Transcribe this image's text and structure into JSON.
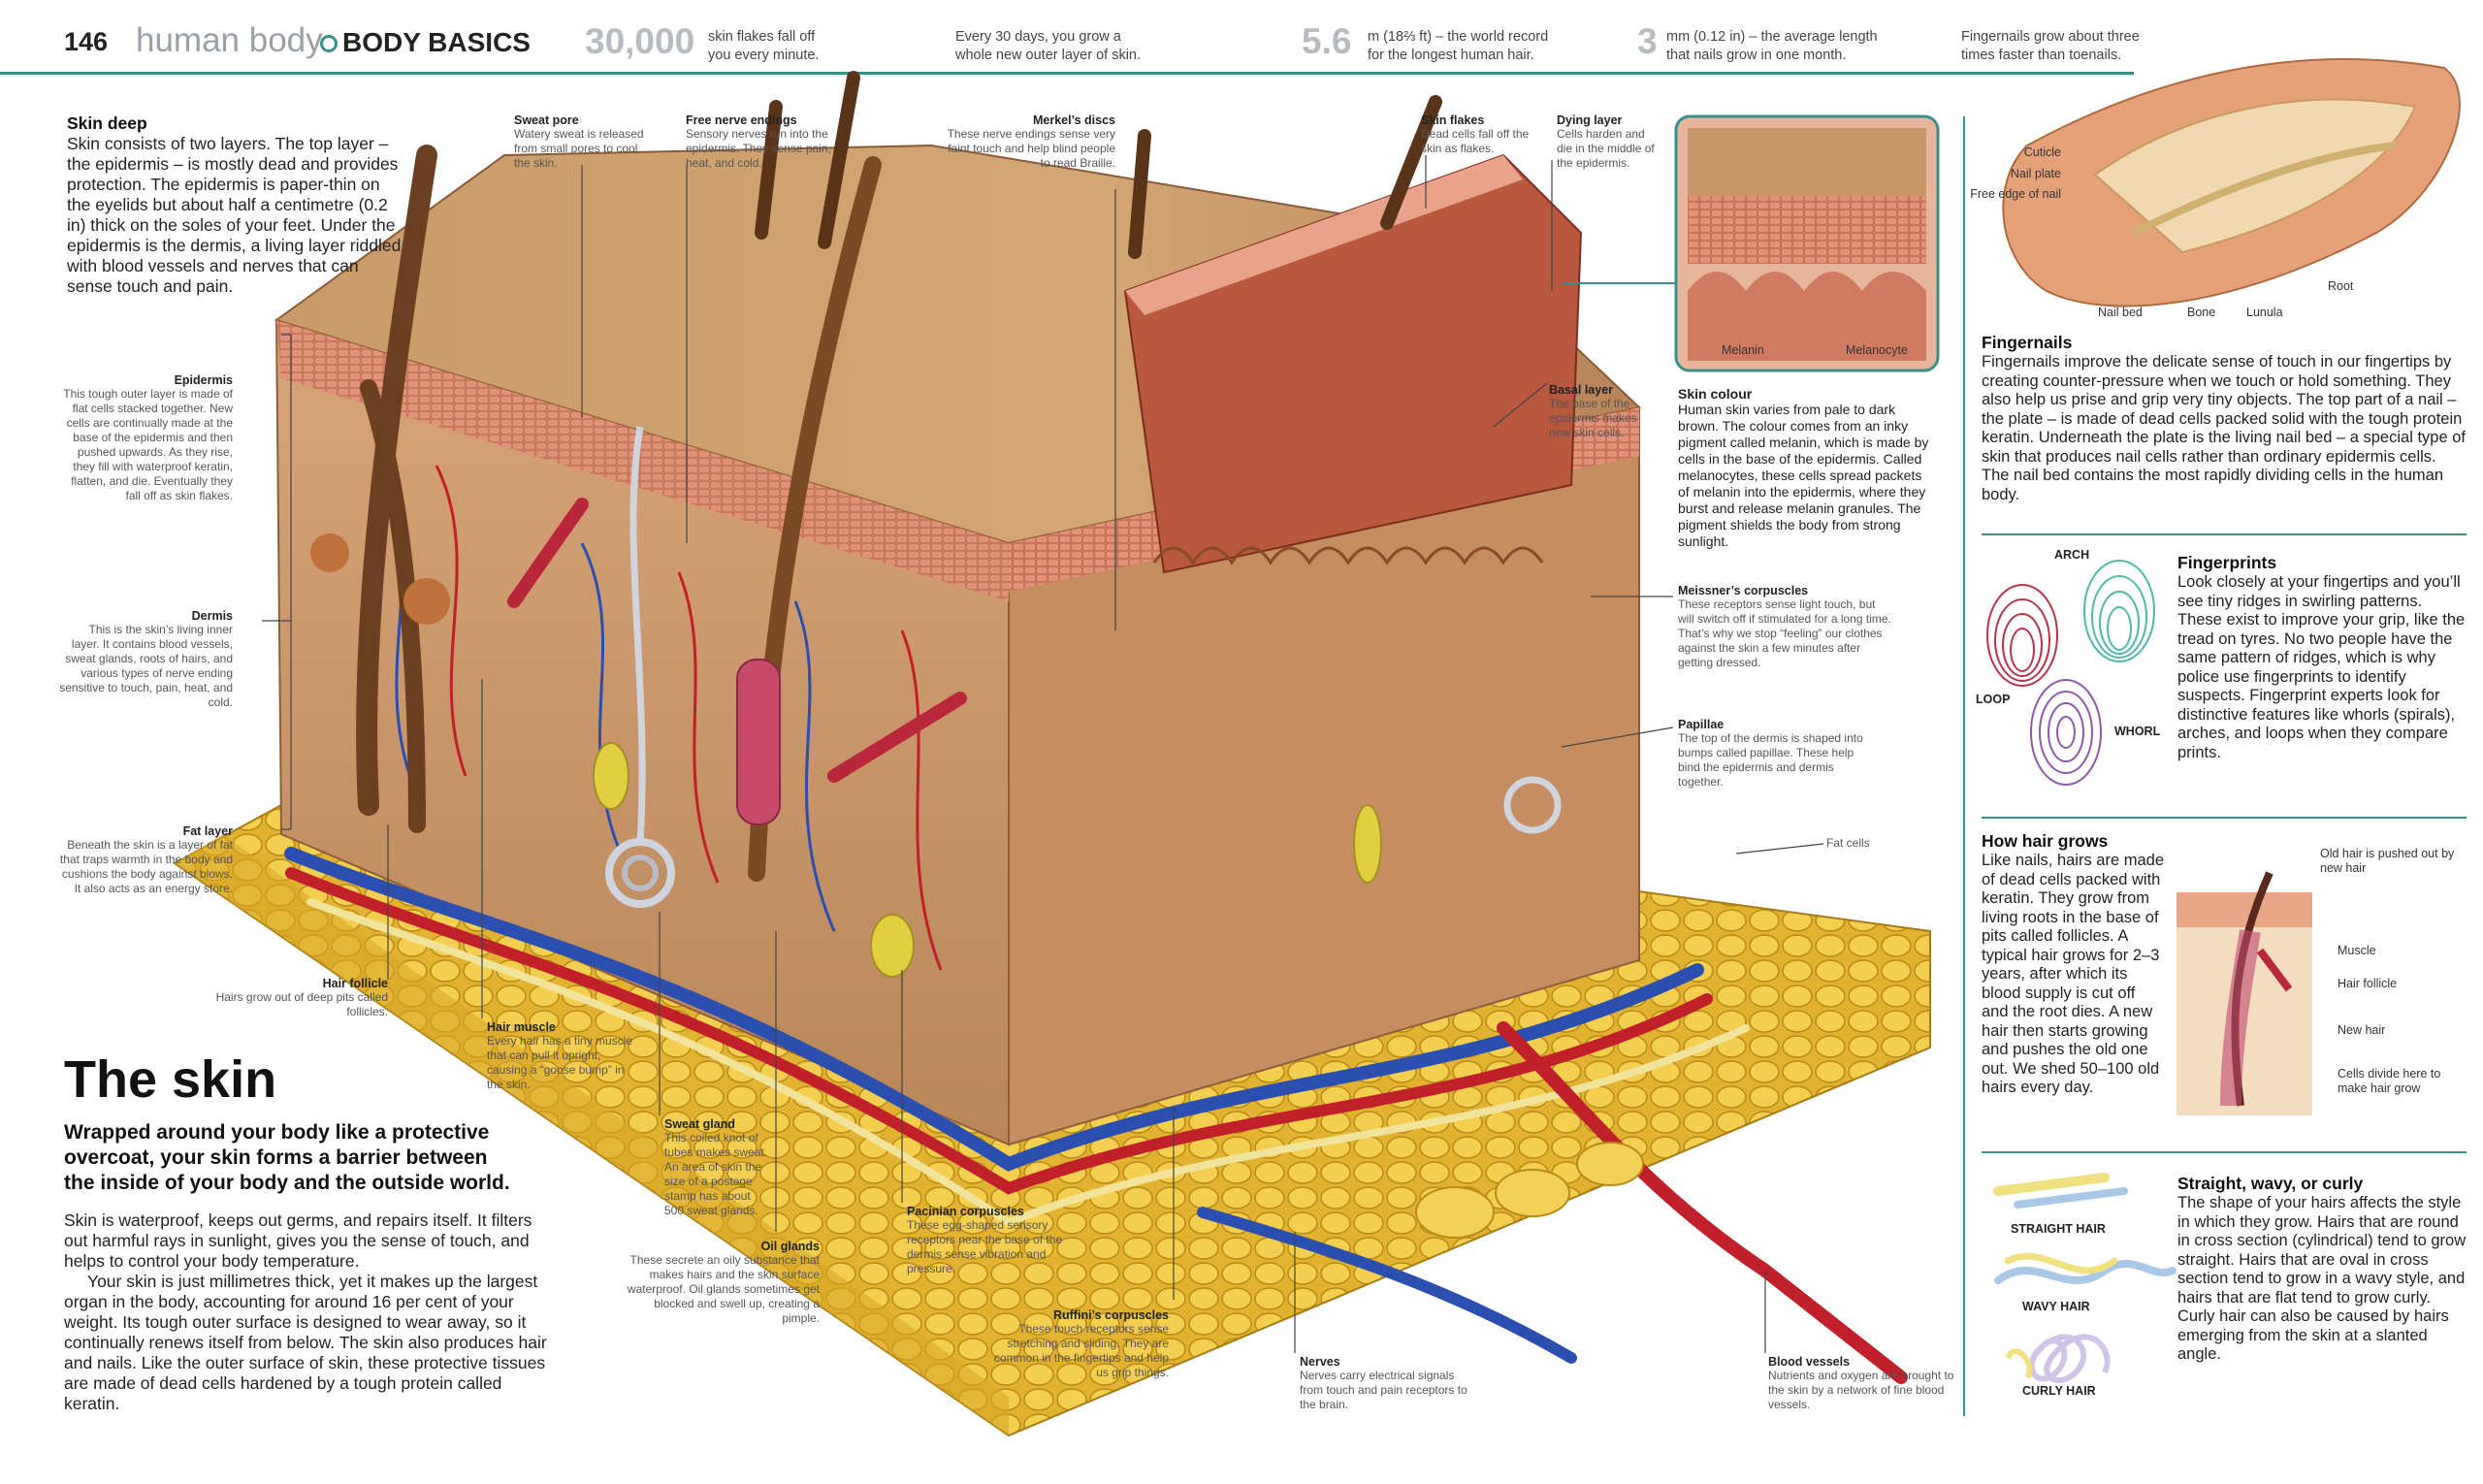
{
  "header": {
    "page_number": "146",
    "section": "human body",
    "chapter": "BODY BASICS",
    "facts": [
      {
        "big": "30,000",
        "line1": "skin flakes fall off",
        "line2": "you every minute."
      },
      {
        "big": "",
        "line1": "Every 30 days, you grow a",
        "line2": "whole new outer layer of skin."
      },
      {
        "big": "5.6",
        "line1": "m (18⅔ ft) – the world record",
        "line2": "for the longest human hair."
      },
      {
        "big": "3",
        "line1": "mm (0.12 in) – the average length",
        "line2": "that nails grow in one month."
      },
      {
        "big": "",
        "line1": "Fingernails grow about three",
        "line2": "times faster than toenails."
      }
    ]
  },
  "skin_deep": {
    "heading": "Skin deep",
    "text": "Skin consists of two layers. The top layer – the epidermis – is mostly dead and provides protection. The epidermis is paper-thin on the eyelids but about half a centimetre (0.2 in) thick on the soles of your feet. Under the epidermis is the dermis, a living layer riddled with blood vessels and nerves that can sense touch and pain."
  },
  "labels": {
    "sweat_pore": {
      "title": "Sweat pore",
      "text": "Watery sweat is released from small pores to cool the skin."
    },
    "free_nerve": {
      "title": "Free nerve endings",
      "text": "Sensory nerves run into the epidermis. They sense pain, heat, and cold."
    },
    "merkel": {
      "title": "Merkel’s discs",
      "text": "These nerve endings sense very faint touch and help blind people to read Braille."
    },
    "skin_flakes": {
      "title": "Skin flakes",
      "text": "Dead cells fall off the skin as flakes."
    },
    "dying_layer": {
      "title": "Dying layer",
      "text": "Cells harden and die in the middle of the epidermis."
    },
    "basal_layer": {
      "title": "Basal layer",
      "text": "The base of the epidermis makes new skin cells."
    },
    "epidermis": {
      "title": "Epidermis",
      "text": "This tough outer layer is made of flat cells stacked together. New cells are continually made at the base of the epidermis and then pushed upwards. As they rise, they fill with waterproof keratin, flatten, and die. Eventually they fall off as skin flakes."
    },
    "dermis": {
      "title": "Dermis",
      "text": "This is the skin’s living inner layer. It contains blood vessels, sweat glands, roots of hairs, and various types of nerve ending sensitive to touch, pain, heat, and cold."
    },
    "fat_layer": {
      "title": "Fat layer",
      "text": "Beneath the skin is a layer of fat that traps warmth in the body and cushions the body against blows. It also acts as an energy store."
    },
    "hair_follicle": {
      "title": "Hair follicle",
      "text": "Hairs grow out of deep pits called follicles."
    },
    "hair_muscle": {
      "title": "Hair muscle",
      "text": "Every hair has a tiny muscle that can pull it upright, causing a “goose bump” in the skin."
    },
    "sweat_gland": {
      "title": "Sweat gland",
      "text": "This coiled knot of tubes makes sweat. An area of skin the size of a postage stamp has about 500 sweat glands."
    },
    "oil_glands": {
      "title": "Oil glands",
      "text": "These secrete an oily substance that makes hairs and the skin surface waterproof. Oil glands sometimes get blocked and swell up, creating a pimple."
    },
    "pacinian": {
      "title": "Pacinian corpuscles",
      "text": "These egg-shaped sensory receptors near the base of the dermis sense vibration and pressure."
    },
    "ruffini": {
      "title": "Ruffini’s corpuscles",
      "text": "These touch receptors sense stretching and sliding. They are common in the fingertips and help us grip things."
    },
    "nerves": {
      "title": "Nerves",
      "text": "Nerves carry electrical signals from touch and pain receptors to the brain."
    },
    "blood_vessels": {
      "title": "Blood vessels",
      "text": "Nutrients and oxygen are brought to the skin by a network of fine blood vessels."
    },
    "meissner": {
      "title": "Meissner’s corpuscles",
      "text": "These receptors sense light touch, but will switch off if stimulated for a long time. That’s why we stop “feeling” our clothes against the skin a few minutes after getting dressed."
    },
    "papillae": {
      "title": "Papillae",
      "text": "The top of the dermis is shaped into bumps called papillae. These help bind the epidermis and dermis together."
    },
    "fat_cells": {
      "title": "Fat cells",
      "text": ""
    },
    "melanin": "Melanin",
    "melanocyte": "Melanocyte"
  },
  "skin_colour": {
    "heading": "Skin colour",
    "text": "Human skin varies from pale to dark brown. The colour comes from an inky pigment called melanin, which is made by cells in the base of the epidermis. Called melanocytes, these cells spread packets of melanin into the epidermis, where they burst and release melanin granules. The pigment shields the body from strong sunlight."
  },
  "main": {
    "title": "The skin",
    "lead": "Wrapped around your body like a protective overcoat, your skin forms a barrier between the inside of your body and the outside world.",
    "para1": "Skin is waterproof, keeps out germs, and repairs itself. It filters out harmful rays in sunlight, gives you the sense of touch, and helps to control your body temperature.",
    "para2": "Your skin is just millimetres thick, yet it makes up the largest organ in the body, accounting for around 16 per cent of your weight. Its tough outer surface is designed to wear away, so it continually renews itself from below. The skin also produces hair and nails. Like the outer surface of skin, these protective tissues are made of dead cells hardened by a tough protein called keratin."
  },
  "nail_labels": {
    "cuticle": "Cuticle",
    "nail_plate": "Nail plate",
    "free_edge": "Free edge of nail",
    "nail_bed": "Nail bed",
    "bone": "Bone",
    "lunula": "Lunula",
    "root": "Root"
  },
  "fingernails": {
    "heading": "Fingernails",
    "text": "Fingernails improve the delicate sense of touch in our fingertips by creating counter-pressure when we touch or hold something. They also help us prise and grip very tiny objects. The top part of a nail – the plate – is made of dead cells packed solid with the tough protein keratin. Underneath the plate is the living nail bed – a special type of skin that produces nail cells rather than ordinary epidermis cells. The nail bed contains the most rapidly dividing cells in the human body."
  },
  "fingerprints": {
    "heading": "Fingerprints",
    "text": "Look closely at your fingertips and you’ll see tiny ridges in swirling patterns. These exist to improve your grip, like the tread on tyres. No two people have the same pattern of ridges, which is why police use fingerprints to identify suspects. Fingerprint experts look for distinctive features like whorls (spirals), arches, and loops when they compare prints.",
    "arch": "ARCH",
    "loop": "LOOP",
    "whorl": "WHORL",
    "colors": {
      "arch": "#4fb8a8",
      "loop": "#b8344a",
      "whorl": "#8e5aa8"
    }
  },
  "hair_grows": {
    "heading": "How hair grows",
    "text": "Like nails, hairs are made of dead cells packed with keratin. They grow from living roots in the base of pits called follicles. A typical hair grows for 2–3 years, after which its blood supply is cut off and the root dies. A new hair then starts growing and pushes the old one out. We shed 50–100 old hairs every day.",
    "labels": {
      "old_hair": "Old hair is pushed out by new hair",
      "muscle": "Muscle",
      "follicle": "Hair follicle",
      "new_hair": "New hair",
      "cells_divide": "Cells divide here to make hair grow"
    }
  },
  "hair_types": {
    "heading": "Straight, wavy, or curly",
    "text": "The shape of your hairs affects the style in which they grow. Hairs that are round in cross section (cylindrical) tend to grow straight. Hairs that are oval in cross section tend to grow in a wavy style, and hairs that are flat tend to grow curly. Curly hair can also be caused by hairs emerging from the skin at a slanted angle.",
    "straight": "STRAIGHT HAIR",
    "wavy": "WAVY HAIR",
    "curly": "CURLY HAIR"
  },
  "colors": {
    "accent": "#3a8f8a",
    "fat": "#e8b935",
    "dermis": "#c99a6c",
    "epidermis": "#c8503c",
    "vein": "#2a4fb0",
    "artery": "#c0202a"
  }
}
